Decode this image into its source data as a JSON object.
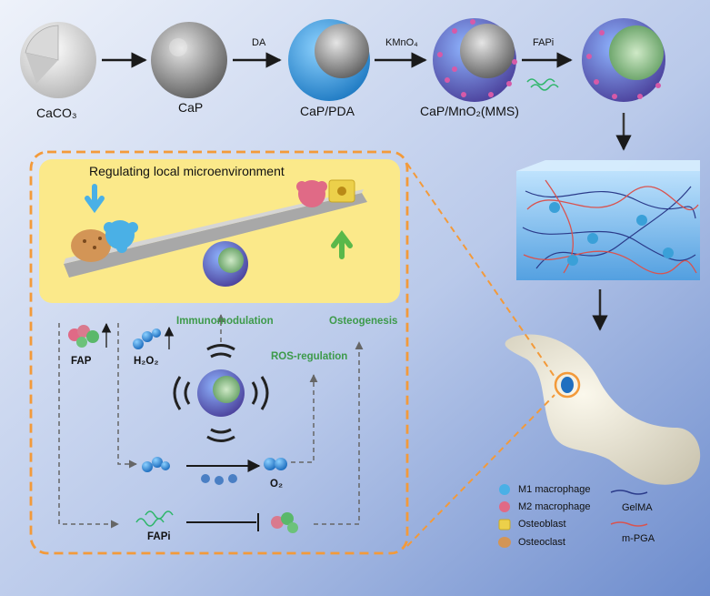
{
  "steps": {
    "caco3": "CaCO₃",
    "cap": "CaP",
    "cap_pda": "CaP/PDA",
    "cap_mno2": "CaP/MnO₂(MMS)"
  },
  "arrows": {
    "da": "DA",
    "kmno4": "KMnO₄",
    "fapi": "FAPi"
  },
  "panel": {
    "title": "Regulating local microenvironment"
  },
  "labels": {
    "immunomodulation": "Immunomodulation",
    "osteogenesis": "Osteogenesis",
    "ros_regulation": "ROS-regulation",
    "fap": "FAP",
    "h2o2": "H₂O₂",
    "o2": "O₂",
    "fapi_bottom": "FAPi"
  },
  "legend": {
    "m1": "M1 macrophage",
    "m2": "M2 macrophage",
    "osteoblast": "Osteoblast",
    "osteoclast": "Osteoclast",
    "gelma": "GelMA",
    "pga": "m-PGA"
  },
  "colors": {
    "background_light": "#e6edf8",
    "background_dark": "#6f8fcf",
    "panel_yellow": "#fbe98a",
    "dashed_orange": "#f39a3a",
    "accent_green": "#3d9a4a",
    "pda_blue": "#3aa0e0",
    "mno2_pink": "#c0509a"
  }
}
